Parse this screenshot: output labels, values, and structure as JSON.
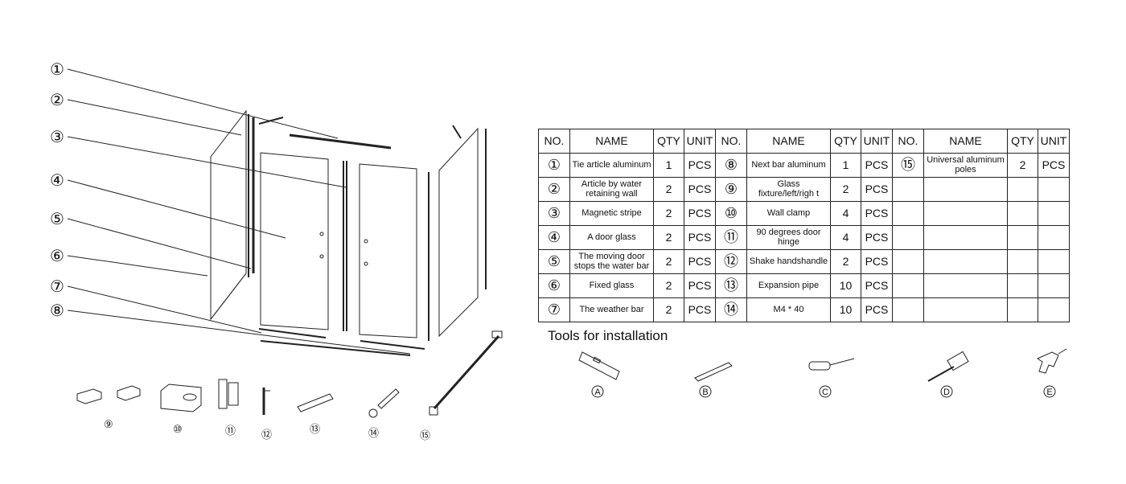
{
  "callouts": [
    "①",
    "②",
    "③",
    "④",
    "⑤",
    "⑥",
    "⑦",
    "⑧"
  ],
  "accessories": [
    "⑨",
    "⑩",
    "⑪",
    "⑫",
    "⑬",
    "⑭",
    "⑮"
  ],
  "table": {
    "headers": [
      "NO.",
      "NAME",
      "QTY",
      "UNIT",
      "NO.",
      "NAME",
      "QTY",
      "UNIT",
      "NO.",
      "NAME",
      "QTY",
      "UNIT"
    ],
    "rows": [
      [
        {
          "no": "①",
          "name": "Tie article aluminum",
          "qty": "1",
          "unit": "PCS"
        },
        {
          "no": "⑧",
          "name": "Next bar aluminum",
          "qty": "1",
          "unit": "PCS"
        },
        {
          "no": "⑮",
          "name": "Universal aluminum poles",
          "qty": "2",
          "unit": "PCS"
        }
      ],
      [
        {
          "no": "②",
          "name": "Article by water retaining wall",
          "qty": "2",
          "unit": "PCS"
        },
        {
          "no": "⑨",
          "name": "Glass fixture/left/righ t",
          "qty": "2",
          "unit": "PCS"
        },
        {
          "no": "",
          "name": "",
          "qty": "",
          "unit": ""
        }
      ],
      [
        {
          "no": "③",
          "name": "Magnetic stripe",
          "qty": "2",
          "unit": "PCS"
        },
        {
          "no": "⑩",
          "name": "Wall clamp",
          "qty": "4",
          "unit": "PCS"
        },
        {
          "no": "",
          "name": "",
          "qty": "",
          "unit": ""
        }
      ],
      [
        {
          "no": "④",
          "name": "A door glass",
          "qty": "2",
          "unit": "PCS"
        },
        {
          "no": "⑪",
          "name": "90 degrees door hinge",
          "qty": "4",
          "unit": "PCS"
        },
        {
          "no": "",
          "name": "",
          "qty": "",
          "unit": ""
        }
      ],
      [
        {
          "no": "⑤",
          "name": "The moving door stops the water bar",
          "qty": "2",
          "unit": "PCS"
        },
        {
          "no": "⑫",
          "name": "Shake handshandle",
          "qty": "2",
          "unit": "PCS"
        },
        {
          "no": "",
          "name": "",
          "qty": "",
          "unit": ""
        }
      ],
      [
        {
          "no": "⑥",
          "name": "Fixed glass",
          "qty": "2",
          "unit": "PCS"
        },
        {
          "no": "⑬",
          "name": "Expansion pipe",
          "qty": "10",
          "unit": "PCS"
        },
        {
          "no": "",
          "name": "",
          "qty": "",
          "unit": ""
        }
      ],
      [
        {
          "no": "⑦",
          "name": "The weather bar",
          "qty": "2",
          "unit": "PCS"
        },
        {
          "no": "⑭",
          "name": "M4 * 40",
          "qty": "10",
          "unit": "PCS"
        },
        {
          "no": "",
          "name": "",
          "qty": "",
          "unit": ""
        }
      ]
    ]
  },
  "tools": {
    "title": "Tools for installation",
    "items": [
      {
        "label": "A",
        "icon": "spirit-level-icon"
      },
      {
        "label": "B",
        "icon": "pencil-icon"
      },
      {
        "label": "C",
        "icon": "screwdriver-icon"
      },
      {
        "label": "D",
        "icon": "hammer-icon"
      },
      {
        "label": "E",
        "icon": "power-drill-icon"
      }
    ]
  }
}
